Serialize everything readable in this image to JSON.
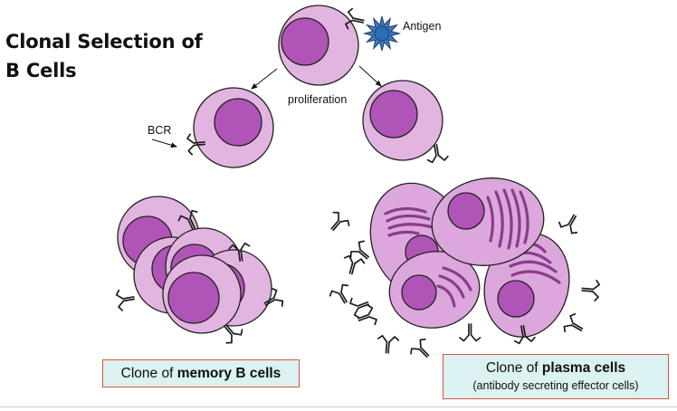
{
  "title": {
    "line1": "Clonal Selection of",
    "line2": "B Cells"
  },
  "labels": {
    "antigen": "Antigen",
    "proliferation": "proliferation",
    "bcr": "BCR"
  },
  "captions": {
    "memory_prefix": "Clone of ",
    "memory_bold": "memory B cells",
    "plasma_prefix": "Clone of ",
    "plasma_bold": "plasma cells",
    "plasma_sub": "(antibody secreting effector cells)"
  },
  "colors": {
    "cytoplasm": "#e2b4e0",
    "nucleus": "#b154b7",
    "plasma_cytoplasm": "#dca7dc",
    "rough_er": "#8a3c8c",
    "antigen": "#3f79bf",
    "caption_fill": "#dcf1f1",
    "caption_border": "#d0573e"
  }
}
